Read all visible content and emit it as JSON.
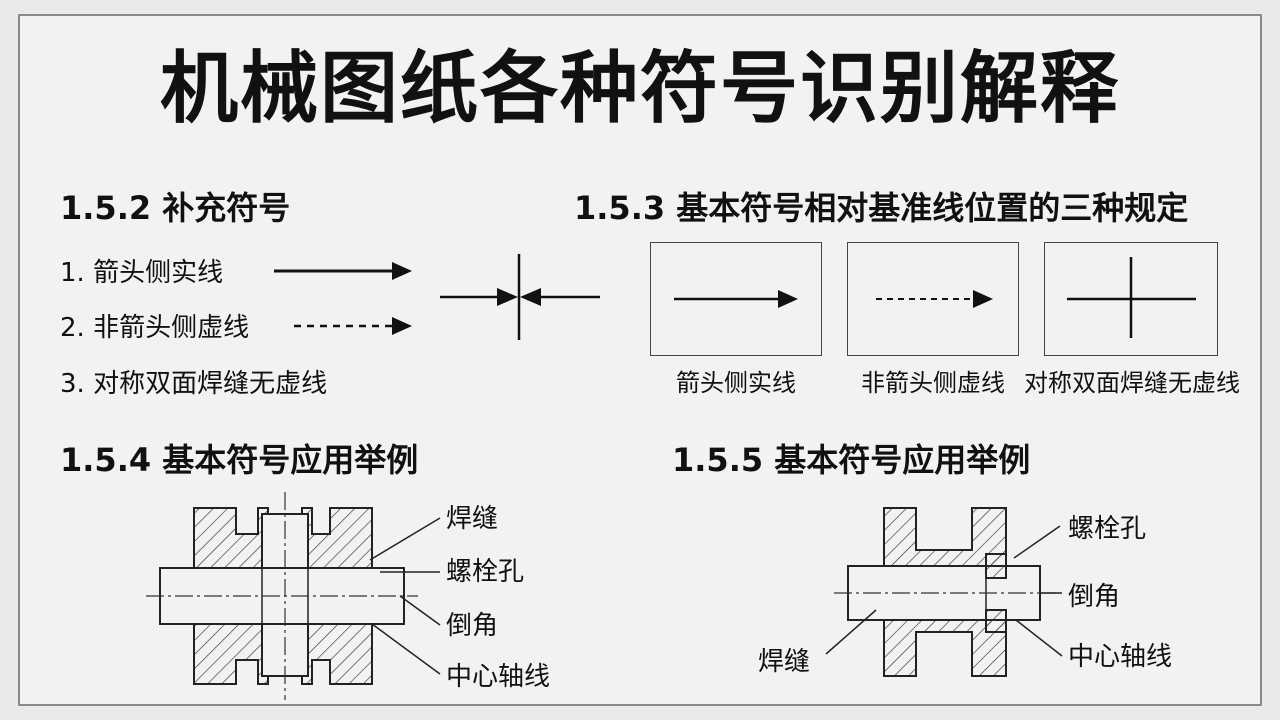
{
  "title": "机械图纸各种符号识别解释",
  "section_152": {
    "heading": "1.5.2 补充符号",
    "items": [
      "1. 箭头侧实线",
      "2. 非箭头侧虚线",
      "3. 对称双面焊缝无虚线"
    ]
  },
  "section_153": {
    "heading": "1.5.3 基本符号相对基准线位置的三种规定",
    "labels": [
      "箭头侧实线",
      "非箭头侧虚线",
      "对称双面焊缝无虚线"
    ]
  },
  "section_154": {
    "heading": "1.5.4 基本符号应用举例",
    "callouts": [
      "焊缝",
      "螺栓孔",
      "倒角",
      "中心轴线"
    ]
  },
  "section_155": {
    "heading": "1.5.5 基本符号应用举例",
    "callouts": [
      "螺栓孔",
      "倒角",
      "焊缝",
      "中心轴线"
    ]
  }
}
